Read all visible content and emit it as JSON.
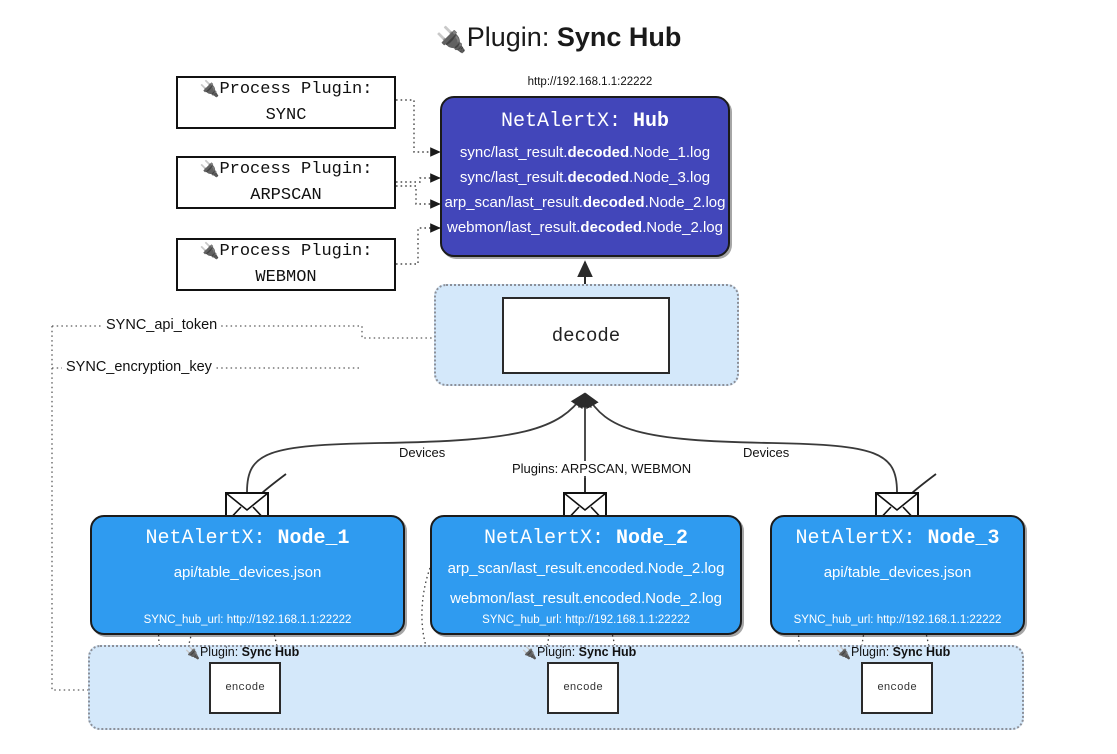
{
  "title": {
    "plug_icon": "plug-icon",
    "prefix": "Plugin: ",
    "name": "Sync Hub"
  },
  "process_plugins": [
    {
      "line1_icon": "plug-icon",
      "line1": "Process Plugin:",
      "line2": "SYNC"
    },
    {
      "line1_icon": "plug-icon",
      "line1": "Process Plugin:",
      "line2": "ARPSCAN"
    },
    {
      "line1_icon": "plug-icon",
      "line1": "Process Plugin:",
      "line2": "WEBMON"
    }
  ],
  "hub": {
    "url": "http://192.168.1.1:22222",
    "title_prefix": "NetAlertX: ",
    "title_name": "Hub",
    "rows": [
      {
        "pre": "sync/last_result.",
        "mid": "decoded",
        "post": ".Node_1.log"
      },
      {
        "pre": "sync/last_result.",
        "mid": "decoded",
        "post": ".Node_3.log"
      },
      {
        "pre": "arp_scan/last_result.",
        "mid": "decoded",
        "post": ".Node_2.log"
      },
      {
        "pre": "webmon/last_result.",
        "mid": "decoded",
        "post": ".Node_2.log"
      }
    ]
  },
  "decode": {
    "label": "decode"
  },
  "keys": [
    {
      "label": "SYNC_api_token"
    },
    {
      "label": "SYNC_encryption_key"
    }
  ],
  "edge_labels": {
    "devices_left": "Devices",
    "plugins_center": "Plugins: ARPSCAN, WEBMON",
    "devices_right": "Devices"
  },
  "nodes": [
    {
      "title_prefix": "NetAlertX: ",
      "title_name": "Node_1",
      "rows": [
        "api/table_devices.json"
      ],
      "footer": "SYNC_hub_url: http://192.168.1.1:22222",
      "envelope_icon": "envelope-icon"
    },
    {
      "title_prefix": "NetAlertX: ",
      "title_name": "Node_2",
      "rows": [
        "arp_scan/last_result.encoded.Node_2.log",
        "webmon/last_result.encoded.Node_2.log"
      ],
      "footer": "SYNC_hub_url: http://192.168.1.1:22222",
      "envelope_icon": "envelope-icon"
    },
    {
      "title_prefix": "NetAlertX: ",
      "title_name": "Node_3",
      "rows": [
        "api/table_devices.json"
      ],
      "footer": "SYNC_hub_url: http://192.168.1.1:22222",
      "envelope_icon": "envelope-icon"
    }
  ],
  "encoders": [
    {
      "plugin_icon": "plug-icon",
      "plugin_prefix": "Plugin: ",
      "plugin_name": "Sync Hub",
      "box_label": "encode"
    },
    {
      "plugin_icon": "plug-icon",
      "plugin_prefix": "Plugin: ",
      "plugin_name": "Sync Hub",
      "box_label": "encode"
    },
    {
      "plugin_icon": "plug-icon",
      "plugin_prefix": "Plugin: ",
      "plugin_name": "Sync Hub",
      "box_label": "encode"
    }
  ],
  "colors": {
    "hub_fill": "#4246ba",
    "node_fill": "#2f9bf0",
    "band_fill": "#d4e8fa",
    "stroke": "#1b1b1b",
    "dotted": "#8c9099"
  }
}
